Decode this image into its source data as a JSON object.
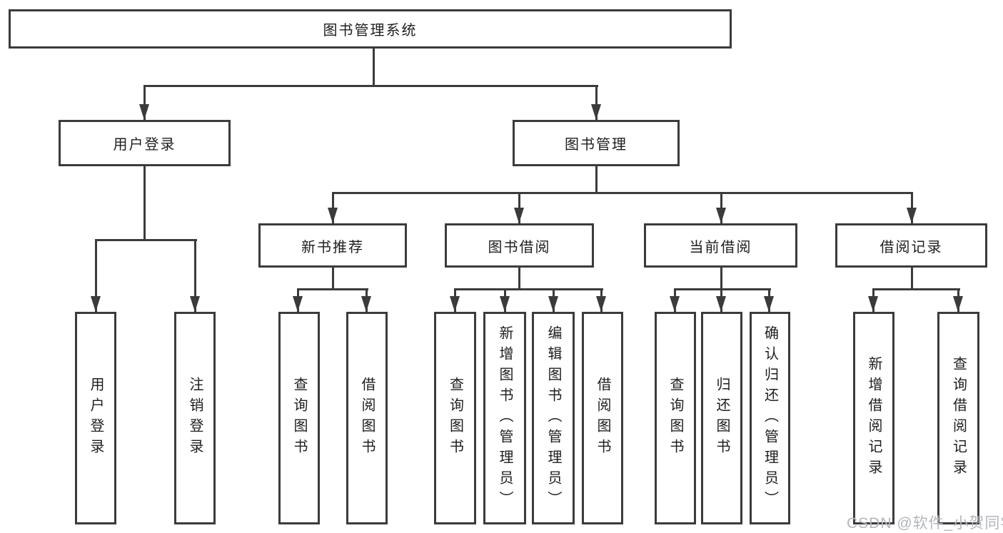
{
  "title": {
    "label": "图书管理系统"
  },
  "level2": {
    "user_login": "用户登录",
    "book_management": "图书管理"
  },
  "level3": {
    "new_book_recommend": "新书推荐",
    "book_borrowing": "图书借阅",
    "current_borrowing": "当前借阅",
    "borrow_records": "借阅记录"
  },
  "leaves": {
    "user_login": "用户登录",
    "logout": "注销登录",
    "nb_query_books": "查询图书",
    "nb_borrow_books": "借阅图书",
    "bb_query_books": "查询图书",
    "bb_add_books_admin": "新增图书（管理员）",
    "bb_edit_books_admin": "编辑图书（管理员）",
    "bb_borrow_books": "借阅图书",
    "cb_query_books": "查询图书",
    "cb_return_books": "归还图书",
    "cb_confirm_return_admin": "确认归还（管理员）",
    "br_add_record": "新增借阅记录",
    "br_query_record": "查询借阅记录"
  },
  "watermark": "CSDN @软件_小贺同学",
  "colors": {
    "line": "#3b3b3b",
    "text": "#1e1e1e",
    "watermark": "#b3b6bb",
    "bg": "#ffffff"
  }
}
